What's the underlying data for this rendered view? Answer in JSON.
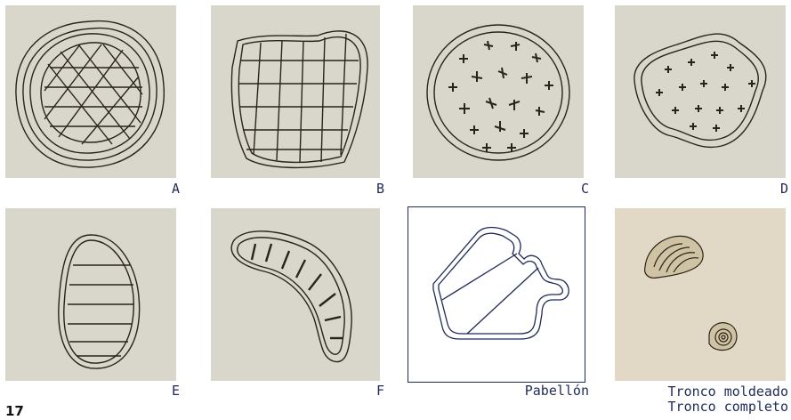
{
  "panels": [
    {
      "caption": "A"
    },
    {
      "caption": "B"
    },
    {
      "caption": "C"
    },
    {
      "caption": "D"
    },
    {
      "caption": "E"
    },
    {
      "caption": "F"
    },
    {
      "caption": "Pabellón"
    },
    {
      "caption": "Tronco moldeado",
      "caption2": "Tronco completo"
    }
  ],
  "page_number": "17",
  "colors": {
    "caption": "#1f2a5a",
    "paper": "#d9d6cb",
    "ink": "#2a2418"
  }
}
